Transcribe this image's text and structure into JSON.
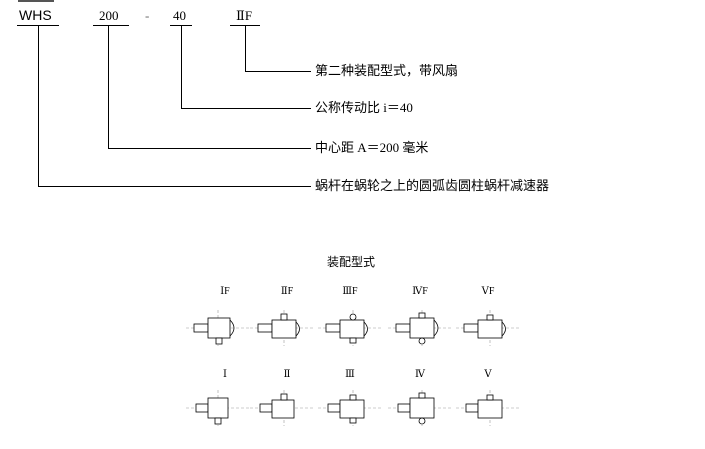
{
  "model": {
    "parts": [
      "WHS",
      "200",
      "-",
      "40",
      "ⅡF"
    ]
  },
  "descriptions": [
    "第二种装配型式，带风扇",
    "公称传动比 i＝40",
    "中心距 A＝200 毫米",
    "蜗杆在蜗轮之上的圆弧齿圆柱蜗杆减速器"
  ],
  "assembly": {
    "title": "装配型式",
    "row1_labels": [
      "ⅠF",
      "ⅡF",
      "ⅢF",
      "ⅣF",
      "ⅤF"
    ],
    "row2_labels": [
      "Ⅰ",
      "Ⅱ",
      "Ⅲ",
      "Ⅳ",
      "Ⅴ"
    ]
  }
}
